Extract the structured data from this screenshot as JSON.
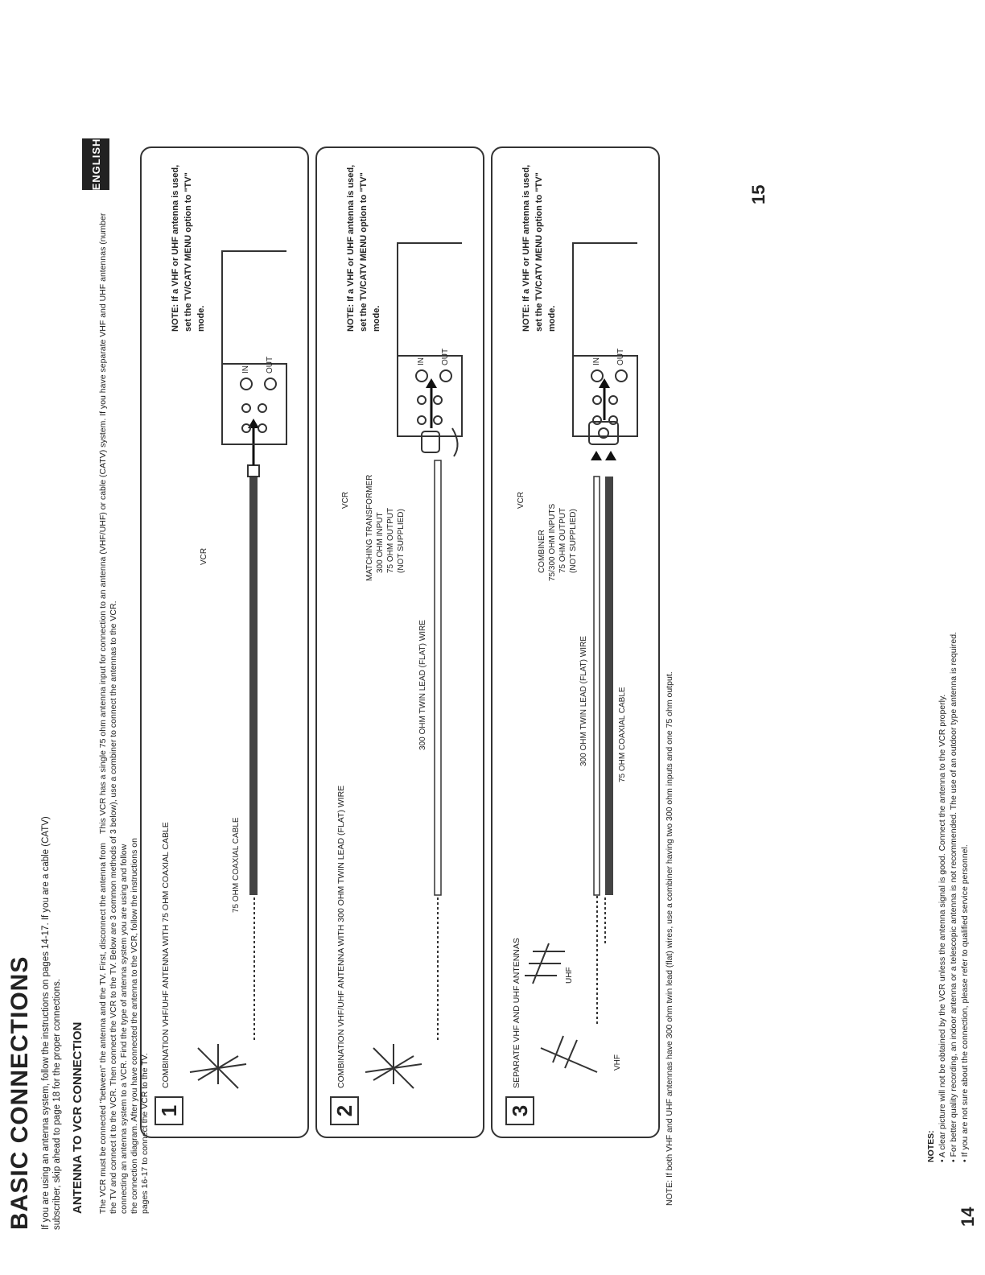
{
  "page": {
    "title": "BASIC CONNECTIONS",
    "intro": "If you are using an antenna system, follow the instructions on pages 14-17. If you are a cable (CATV) subscriber, skip ahead to page 18 for the proper connections.",
    "section_title": "ANTENNA TO VCR CONNECTION",
    "paragraph_left": "The VCR must be connected \"between\" the antenna and the TV. First, disconnect the antenna from the TV and connect it to the VCR. Then connect the VCR to the TV. Below are 3 common methods of connecting an antenna system to a VCR. Find the type of antenna system you are using and follow the connection diagram. After you have connected the antenna to the VCR, follow the instructions on pages 16-17 to connect the VCR to the TV.",
    "paragraph_right": "This VCR has a single 75 ohm antenna input for connection to an antenna (VHF/UHF) or cable (CATV) system. If you have separate VHF and UHF antennas (number 3 below), use a combiner to connect the antennas to the VCR.",
    "language_tab": "ENGLISH",
    "page_left": "14",
    "page_right": "15"
  },
  "panels": [
    {
      "number": "1",
      "title": "COMBINATION VHF/UHF ANTENNA WITH 75 OHM COAXIAL CABLE",
      "cable_label": "75 OHM COAXIAL CABLE",
      "vcr_label": "VCR",
      "in_label": "IN",
      "out_label": "OUT",
      "note": "NOTE: If a VHF or UHF antenna is used, set the TV/CATV MENU option to \"TV\" mode."
    },
    {
      "number": "2",
      "title": "COMBINATION VHF/UHF ANTENNA WITH 300 OHM TWIN LEAD (FLAT) WIRE",
      "cable_label": "300 OHM TWIN LEAD (FLAT) WIRE",
      "device_label": [
        "MATCHING TRANSFORMER",
        "300 OHM INPUT",
        "75 OHM OUTPUT",
        "(NOT SUPPLIED)"
      ],
      "vcr_label": "VCR",
      "in_label": "IN",
      "out_label": "OUT",
      "note": "NOTE: If a VHF or UHF antenna is used, set the TV/CATV MENU option to \"TV\" mode."
    },
    {
      "number": "3",
      "title": "SEPARATE VHF AND UHF ANTENNAS",
      "vhf_label": "VHF",
      "uhf_label": "UHF",
      "cable_label_a": "300 OHM TWIN LEAD (FLAT) WIRE",
      "cable_label_b": "75 OHM COAXIAL CABLE",
      "device_label": [
        "COMBINER",
        "75/300 OHM INPUTS",
        "75 OHM OUTPUT",
        "(NOT SUPPLIED)"
      ],
      "vcr_label": "VCR",
      "in_label": "IN",
      "out_label": "OUT",
      "note": "NOTE: If a VHF or UHF antenna is used, set the TV/CATV MENU option to \"TV\" mode."
    }
  ],
  "notes": {
    "panel_note": "NOTE: If both VHF and UHF antennas have 300 ohm twin lead (flat) wires, use a combiner having two 300 ohm inputs and one 75 ohm output.",
    "heading": "NOTES:",
    "items": [
      "A clear picture will not be obtained by the VCR unless the antenna signal is good. Connect the antenna to the VCR properly.",
      "For better quality recording, an indoor antenna or a telescopic antenna is not recommended. The use of an outdoor type antenna is required.",
      "If you are not sure about the connection, please refer to qualified service personnel."
    ]
  }
}
